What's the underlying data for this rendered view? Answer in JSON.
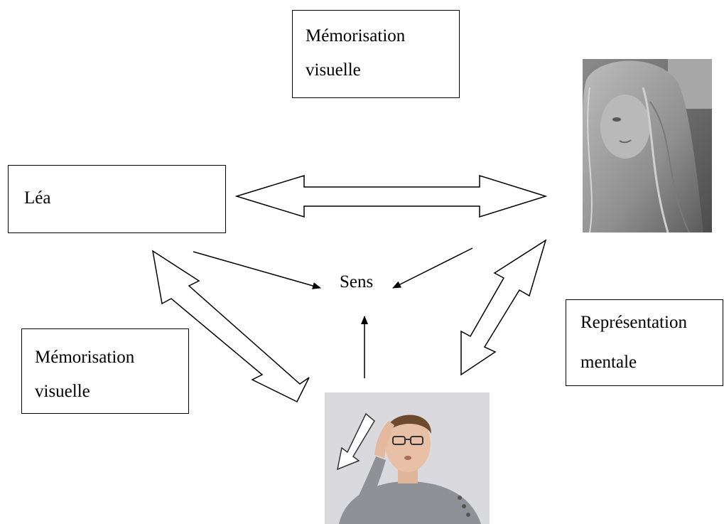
{
  "boxes": {
    "top_memo": {
      "line1": "Mémorisation",
      "line2": "visuelle"
    },
    "lea": {
      "text": "Léa"
    },
    "bottom_memo": {
      "line1": "Mémorisation",
      "line2": "visuelle"
    },
    "representation": {
      "line1": "Représentation",
      "line2": "mentale"
    }
  },
  "center_label": "Sens",
  "colors": {
    "stroke": "#000000",
    "fill": "#ffffff",
    "arrow_fill": "#000000"
  },
  "photos": {
    "girl": {
      "depicts": "grayscale photo of a girl with long hair looking to the side"
    },
    "signer": {
      "depicts": "color photo of a young man with glasses performing a sign near his temple, white arrow overlay"
    }
  }
}
